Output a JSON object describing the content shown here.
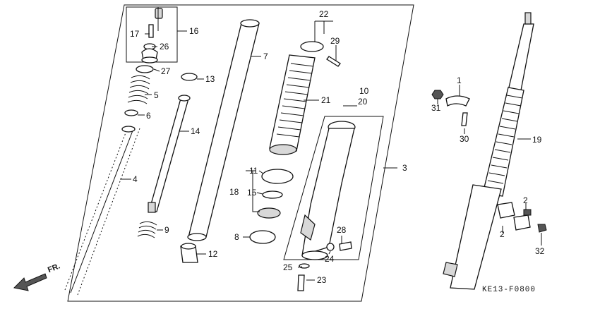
{
  "diagram": {
    "footer_code": "KE13-F0800",
    "direction_label": "FR.",
    "callouts": {
      "c1": "1",
      "c2a": "2",
      "c2b": "2",
      "c3": "3",
      "c4": "4",
      "c5": "5",
      "c6": "6",
      "c7": "7",
      "c8": "8",
      "c9": "9",
      "c10": "10",
      "c11": "11",
      "c12": "12",
      "c13": "13",
      "c14": "14",
      "c15": "15",
      "c16": "16",
      "c17": "17",
      "c18": "18",
      "c19": "19",
      "c20": "20",
      "c21": "21",
      "c22": "22",
      "c23": "23",
      "c24": "24",
      "c25": "25",
      "c26": "26",
      "c27": "27",
      "c28": "28",
      "c29": "29",
      "c30": "30",
      "c31": "31",
      "c32": "32"
    }
  }
}
